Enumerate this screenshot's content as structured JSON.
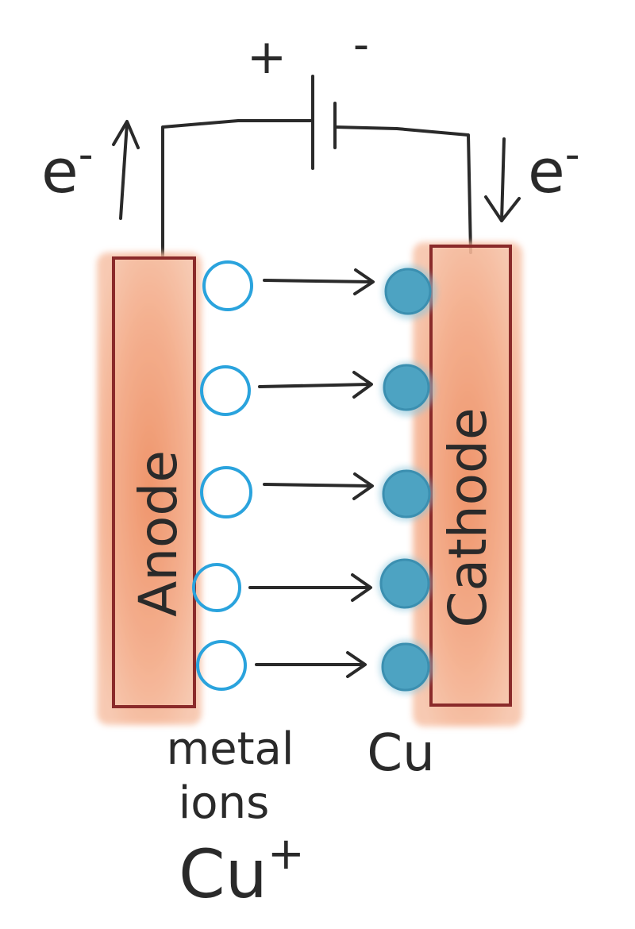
{
  "battery": {
    "plus_label": "+",
    "minus_label": "-"
  },
  "electron_left": {
    "label": "e",
    "superscript": "-"
  },
  "electron_right": {
    "label": "e",
    "superscript": "-"
  },
  "anode": {
    "label": "Anode"
  },
  "cathode": {
    "label": "Cathode"
  },
  "metal_ions": {
    "line1": "metal",
    "line2": "ions",
    "formula": "Cu",
    "formula_superscript": "+"
  },
  "deposited": {
    "label": "Cu"
  },
  "colors": {
    "electrode_fill": "#f0a27c",
    "electrode_border": "#8a2a2a",
    "ion_stroke": "#2aa3dd",
    "atom_fill": "#4da3c2",
    "ink": "#2a2a2a"
  }
}
